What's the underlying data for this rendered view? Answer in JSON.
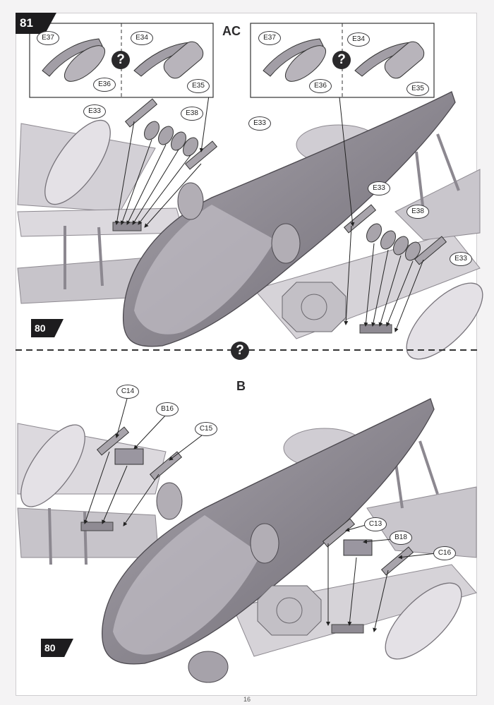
{
  "step": {
    "number": "81",
    "previous_step_ref": "80",
    "previous_step_ref_b": "80"
  },
  "variants": {
    "top": "AC",
    "bottom": "B"
  },
  "question_mark": "?",
  "callouts_top": {
    "inset_left": {
      "e37": "E37",
      "e36": "E36",
      "e34": "E34",
      "e35": "E35"
    },
    "inset_right": {
      "e37": "E37",
      "e36": "E36",
      "e34": "E34",
      "e35": "E35"
    },
    "left_wing": {
      "e33_a": "E33",
      "e38": "E38",
      "e33_b": "E33"
    },
    "right_wing": {
      "e33_a": "E33",
      "e38": "E38",
      "e33_b": "E33"
    }
  },
  "callouts_bottom": {
    "left_wing": {
      "c14": "C14",
      "b16": "B16",
      "c15": "C15"
    },
    "right_wing": {
      "c13": "C13",
      "b18": "B18",
      "c16": "C16"
    }
  },
  "page_number": "16",
  "colors": {
    "ink": "#1d1c1e",
    "fuselage": "#8e8a92",
    "fuselage_dark": "#5d5a61",
    "wing": "#c9c6cc",
    "wing_light": "#dedbe0"
  },
  "icons": [
    "question-mark-icon"
  ]
}
